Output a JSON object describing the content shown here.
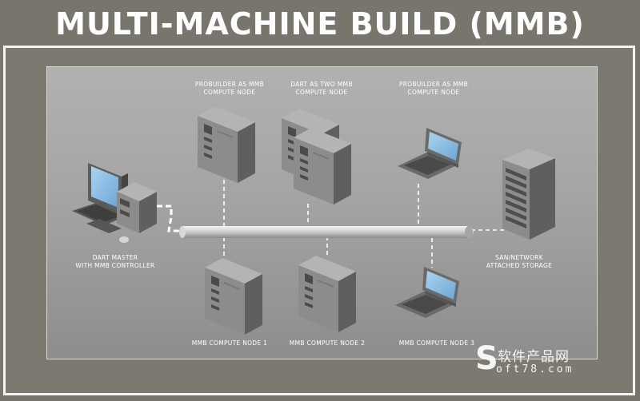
{
  "title": "MULTI-MACHINE BUILD (MMB)",
  "nodes": {
    "dart_master": "DART MASTER\nWITH MMB CONTROLLER",
    "probuilder_1": "PROBUILDER AS MMB\nCOMPUTE NODE",
    "dart_two": "DART AS TWO MMB\nCOMPUTE NODE",
    "probuilder_2": "PROBUILDER AS MMB\nCOMPUTE NODE",
    "san": "SAN/NETWORK\nATTACHED STORAGE",
    "compute_1": "MMB COMPUTE NODE 1",
    "compute_2": "MMB COMPUTE NODE 2",
    "compute_3": "MMB COMPUTE NODE 3"
  },
  "watermark": {
    "letter": "S",
    "text": "软件产品网",
    "url": "oft78.com"
  },
  "colors": {
    "frame": "#78766c",
    "panel": "#a3a4a3",
    "tower_front": "#8b8c8a",
    "tower_side": "#5e5f5d",
    "tower_top": "#b3b4b2",
    "screen": "#8fc1e6",
    "connector": "#ffffff"
  }
}
